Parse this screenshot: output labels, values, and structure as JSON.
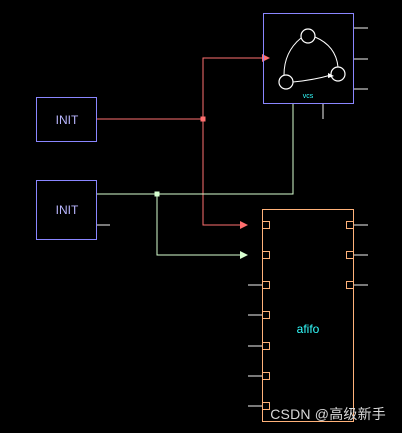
{
  "blocks": {
    "init_top": {
      "label": "INIT"
    },
    "init_bottom": {
      "label": "INIT"
    },
    "fsm": {
      "label": "vcs"
    },
    "fifo": {
      "label": "afifo"
    }
  },
  "watermark": "CSDN @高级新手",
  "colors": {
    "background": "#000000",
    "block_outline": "#8a86ff",
    "block_text": "#b9b6ff",
    "fifo_outline": "#ffb27a",
    "fifo_text": "#33ffff",
    "wire_red": "#ff6f6f",
    "wire_green": "#d7ffd0",
    "pin": "#f2f2f2",
    "fsm_states": "#ffffff",
    "fsm_label": "#33ffff"
  }
}
